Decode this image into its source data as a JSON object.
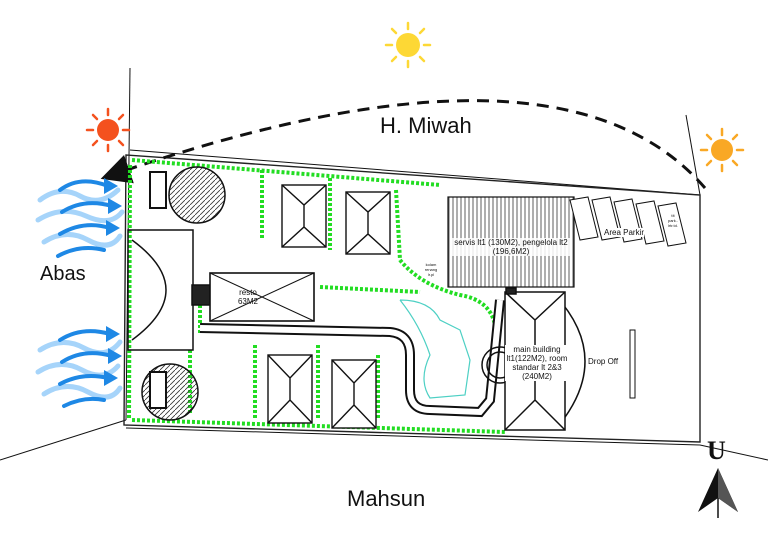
{
  "roads": {
    "north": "H. Miwah",
    "south": "Mahsun",
    "west": "Abas"
  },
  "compass": {
    "letter": "U"
  },
  "buildings": {
    "resto": "resto\n63M2",
    "service": "servis lt1 (130M2), pengelola lt2 (196,6M2)",
    "main": "main building lt1(122M2), room standar lt 2&3 (240M2)"
  },
  "areas": {
    "parking": "Area Parkir",
    "drop_off": "Drop Off",
    "parking_note": "tIt\npark..\nlrtr.td.",
    "pool_note": "kolam\nrenang\nlr.pl"
  },
  "colors": {
    "vegetation": "#22dd22",
    "wind": "#1e88e5",
    "sun_morning": "#f4511e",
    "sun_noon": "#fdd835",
    "sun_evening": "#f9a825",
    "pool_outline": "#4dd0c4"
  },
  "icons": [
    "sun-icon",
    "wind-arrow-icon",
    "north-arrow-icon"
  ]
}
